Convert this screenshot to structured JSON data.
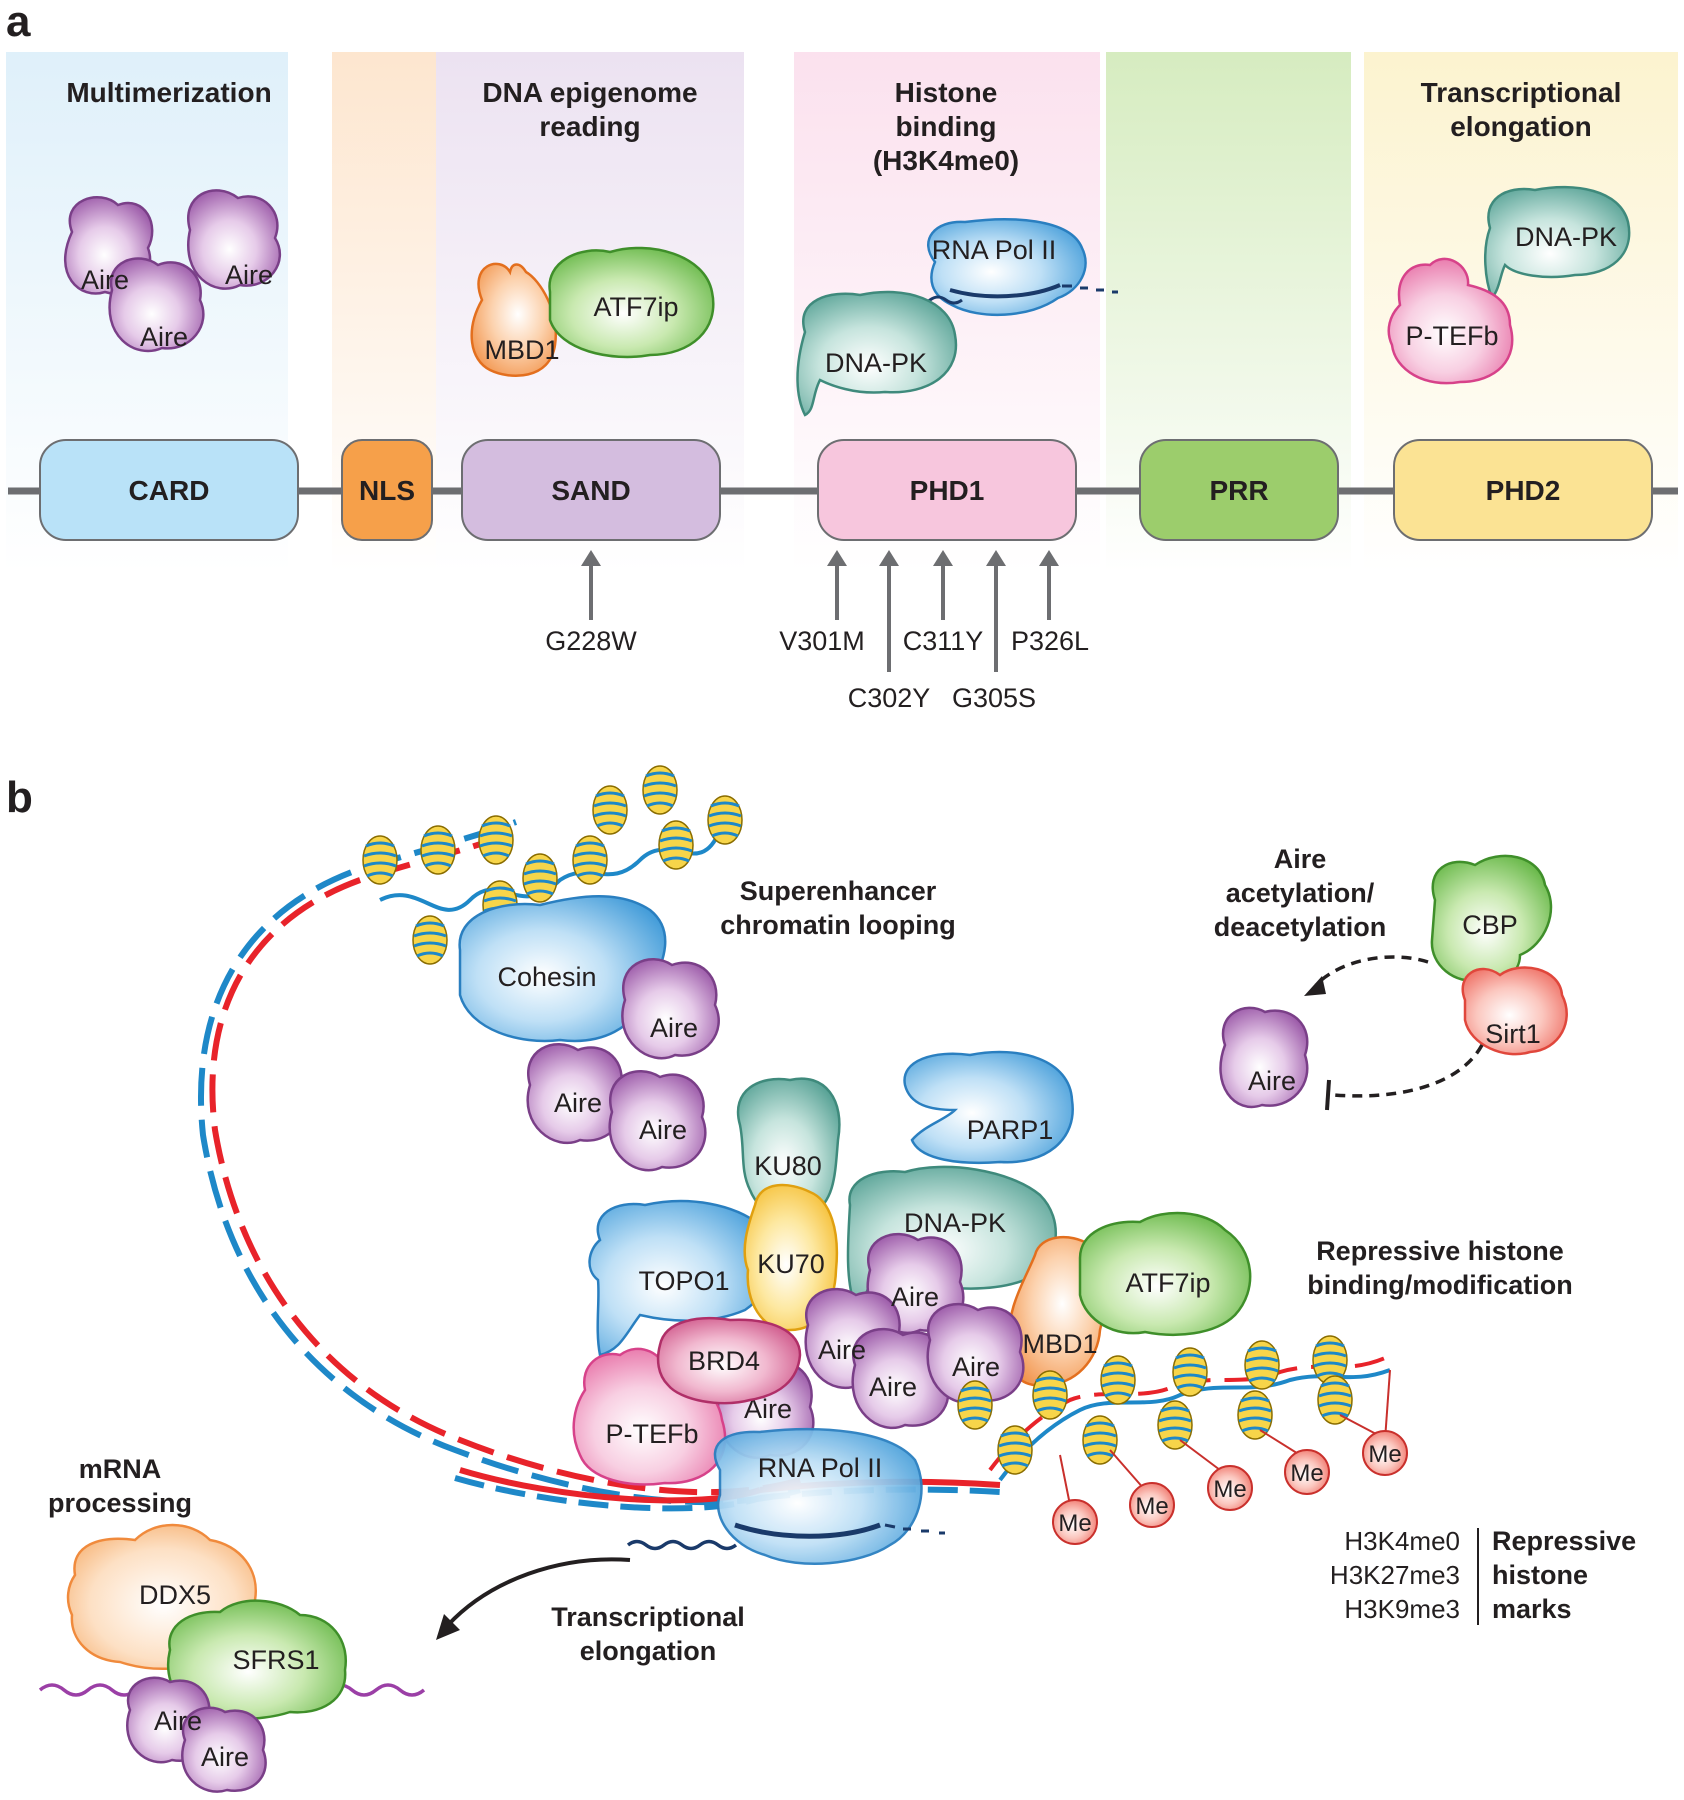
{
  "panel_a": {
    "letter": "a",
    "headers": {
      "multimerization": "Multimerization",
      "dna_epigenome_1": "DNA epigenome",
      "dna_epigenome_2": "reading",
      "histone_1": "Histone",
      "histone_2": "binding",
      "histone_3": "(H3K4me0)",
      "elongation_1": "Transcriptional",
      "elongation_2": "elongation"
    },
    "domains": {
      "card": "CARD",
      "nls": "NLS",
      "sand": "SAND",
      "phd1": "PHD1",
      "prr": "PRR",
      "phd2": "PHD2"
    },
    "proteins": {
      "aire": "Aire",
      "mbd1": "MBD1",
      "atf7ip": "ATF7ip",
      "rna_pol_ii": "RNA Pol II",
      "dna_pk": "DNA-PK",
      "p_tefb": "P-TEFb"
    },
    "mutations": {
      "g228w": "G228W",
      "v301m": "V301M",
      "c302y": "C302Y",
      "c311y": "C311Y",
      "g305s": "G305S",
      "p326l": "P326L"
    }
  },
  "panel_b": {
    "letter": "b",
    "labels": {
      "superenhancer_1": "Superenhancer",
      "superenhancer_2": "chromatin looping",
      "acetylation_1": "Aire",
      "acetylation_2": "acetylation/",
      "acetylation_3": "deacetylation",
      "repressive_1": "Repressive histone",
      "repressive_2": "binding/modification",
      "mrna_1": "mRNA",
      "mrna_2": "processing",
      "elong_1": "Transcriptional",
      "elong_2": "elongation"
    },
    "proteins": {
      "cohesin": "Cohesin",
      "aire": "Aire",
      "cbp": "CBP",
      "sirt1": "Sirt1",
      "parp1": "PARP1",
      "ku80": "KU80",
      "ku70": "KU70",
      "dna_pk": "DNA-PK",
      "topo1": "TOPO1",
      "atf7ip": "ATF7ip",
      "mbd1": "MBD1",
      "brd4": "BRD4",
      "p_tefb": "P-TEFb",
      "rna_pol_ii": "RNA Pol II",
      "ddx5": "DDX5",
      "sfrs1": "SFRS1",
      "me": "Me"
    },
    "marks": {
      "m1": "H3K4me0",
      "m2": "H3K27me3",
      "m3": "H3K9me3",
      "r1": "Repressive",
      "r2": "histone",
      "r3": "marks"
    }
  },
  "colors": {
    "card_bg": "#dff0fa",
    "nls_bg": "#fde6cf",
    "sand_bg": "#ece2f1",
    "phd1_bg": "#fbe3ef",
    "prr_bg": "#dcefc8",
    "phd2_bg": "#fcf4d2",
    "aire": "#9b59a8",
    "dna_pk": "#5ea99c",
    "pol2": "#6db6e6",
    "me": "#e8584f",
    "dna_red": "#e8232a",
    "dna_blue": "#1e88c8"
  }
}
